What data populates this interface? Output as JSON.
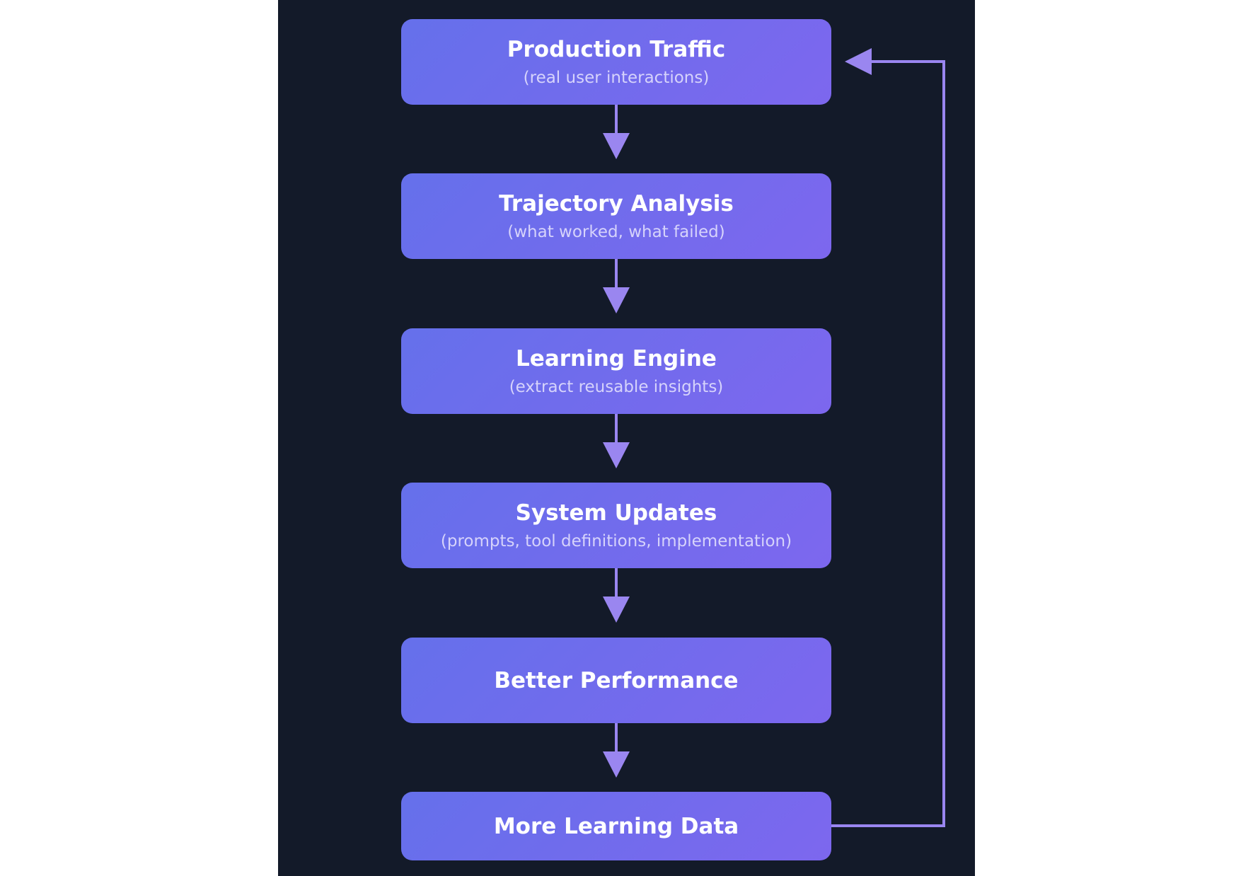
{
  "diagram": {
    "nodes": [
      {
        "id": "production-traffic",
        "title": "Production Traffic",
        "subtitle": "(real user interactions)"
      },
      {
        "id": "trajectory-analysis",
        "title": "Trajectory Analysis",
        "subtitle": "(what worked, what failed)"
      },
      {
        "id": "learning-engine",
        "title": "Learning Engine",
        "subtitle": "(extract reusable insights)"
      },
      {
        "id": "system-updates",
        "title": "System Updates",
        "subtitle": "(prompts, tool definitions, implementation)"
      },
      {
        "id": "better-performance",
        "title": "Better Performance",
        "subtitle": ""
      },
      {
        "id": "more-learning-data",
        "title": "More Learning Data",
        "subtitle": ""
      }
    ],
    "edges": [
      {
        "from": "production-traffic",
        "to": "trajectory-analysis"
      },
      {
        "from": "trajectory-analysis",
        "to": "learning-engine"
      },
      {
        "from": "learning-engine",
        "to": "system-updates"
      },
      {
        "from": "system-updates",
        "to": "better-performance"
      },
      {
        "from": "better-performance",
        "to": "more-learning-data"
      },
      {
        "from": "more-learning-data",
        "to": "production-traffic",
        "kind": "feedback-loop"
      }
    ],
    "colors": {
      "background": "#131a29",
      "node_start": "#6570eb",
      "node_end": "#7d67ee",
      "connector": "#9a86f0",
      "title_text": "#ffffff",
      "subtitle_text": "#d6d3fb"
    }
  }
}
